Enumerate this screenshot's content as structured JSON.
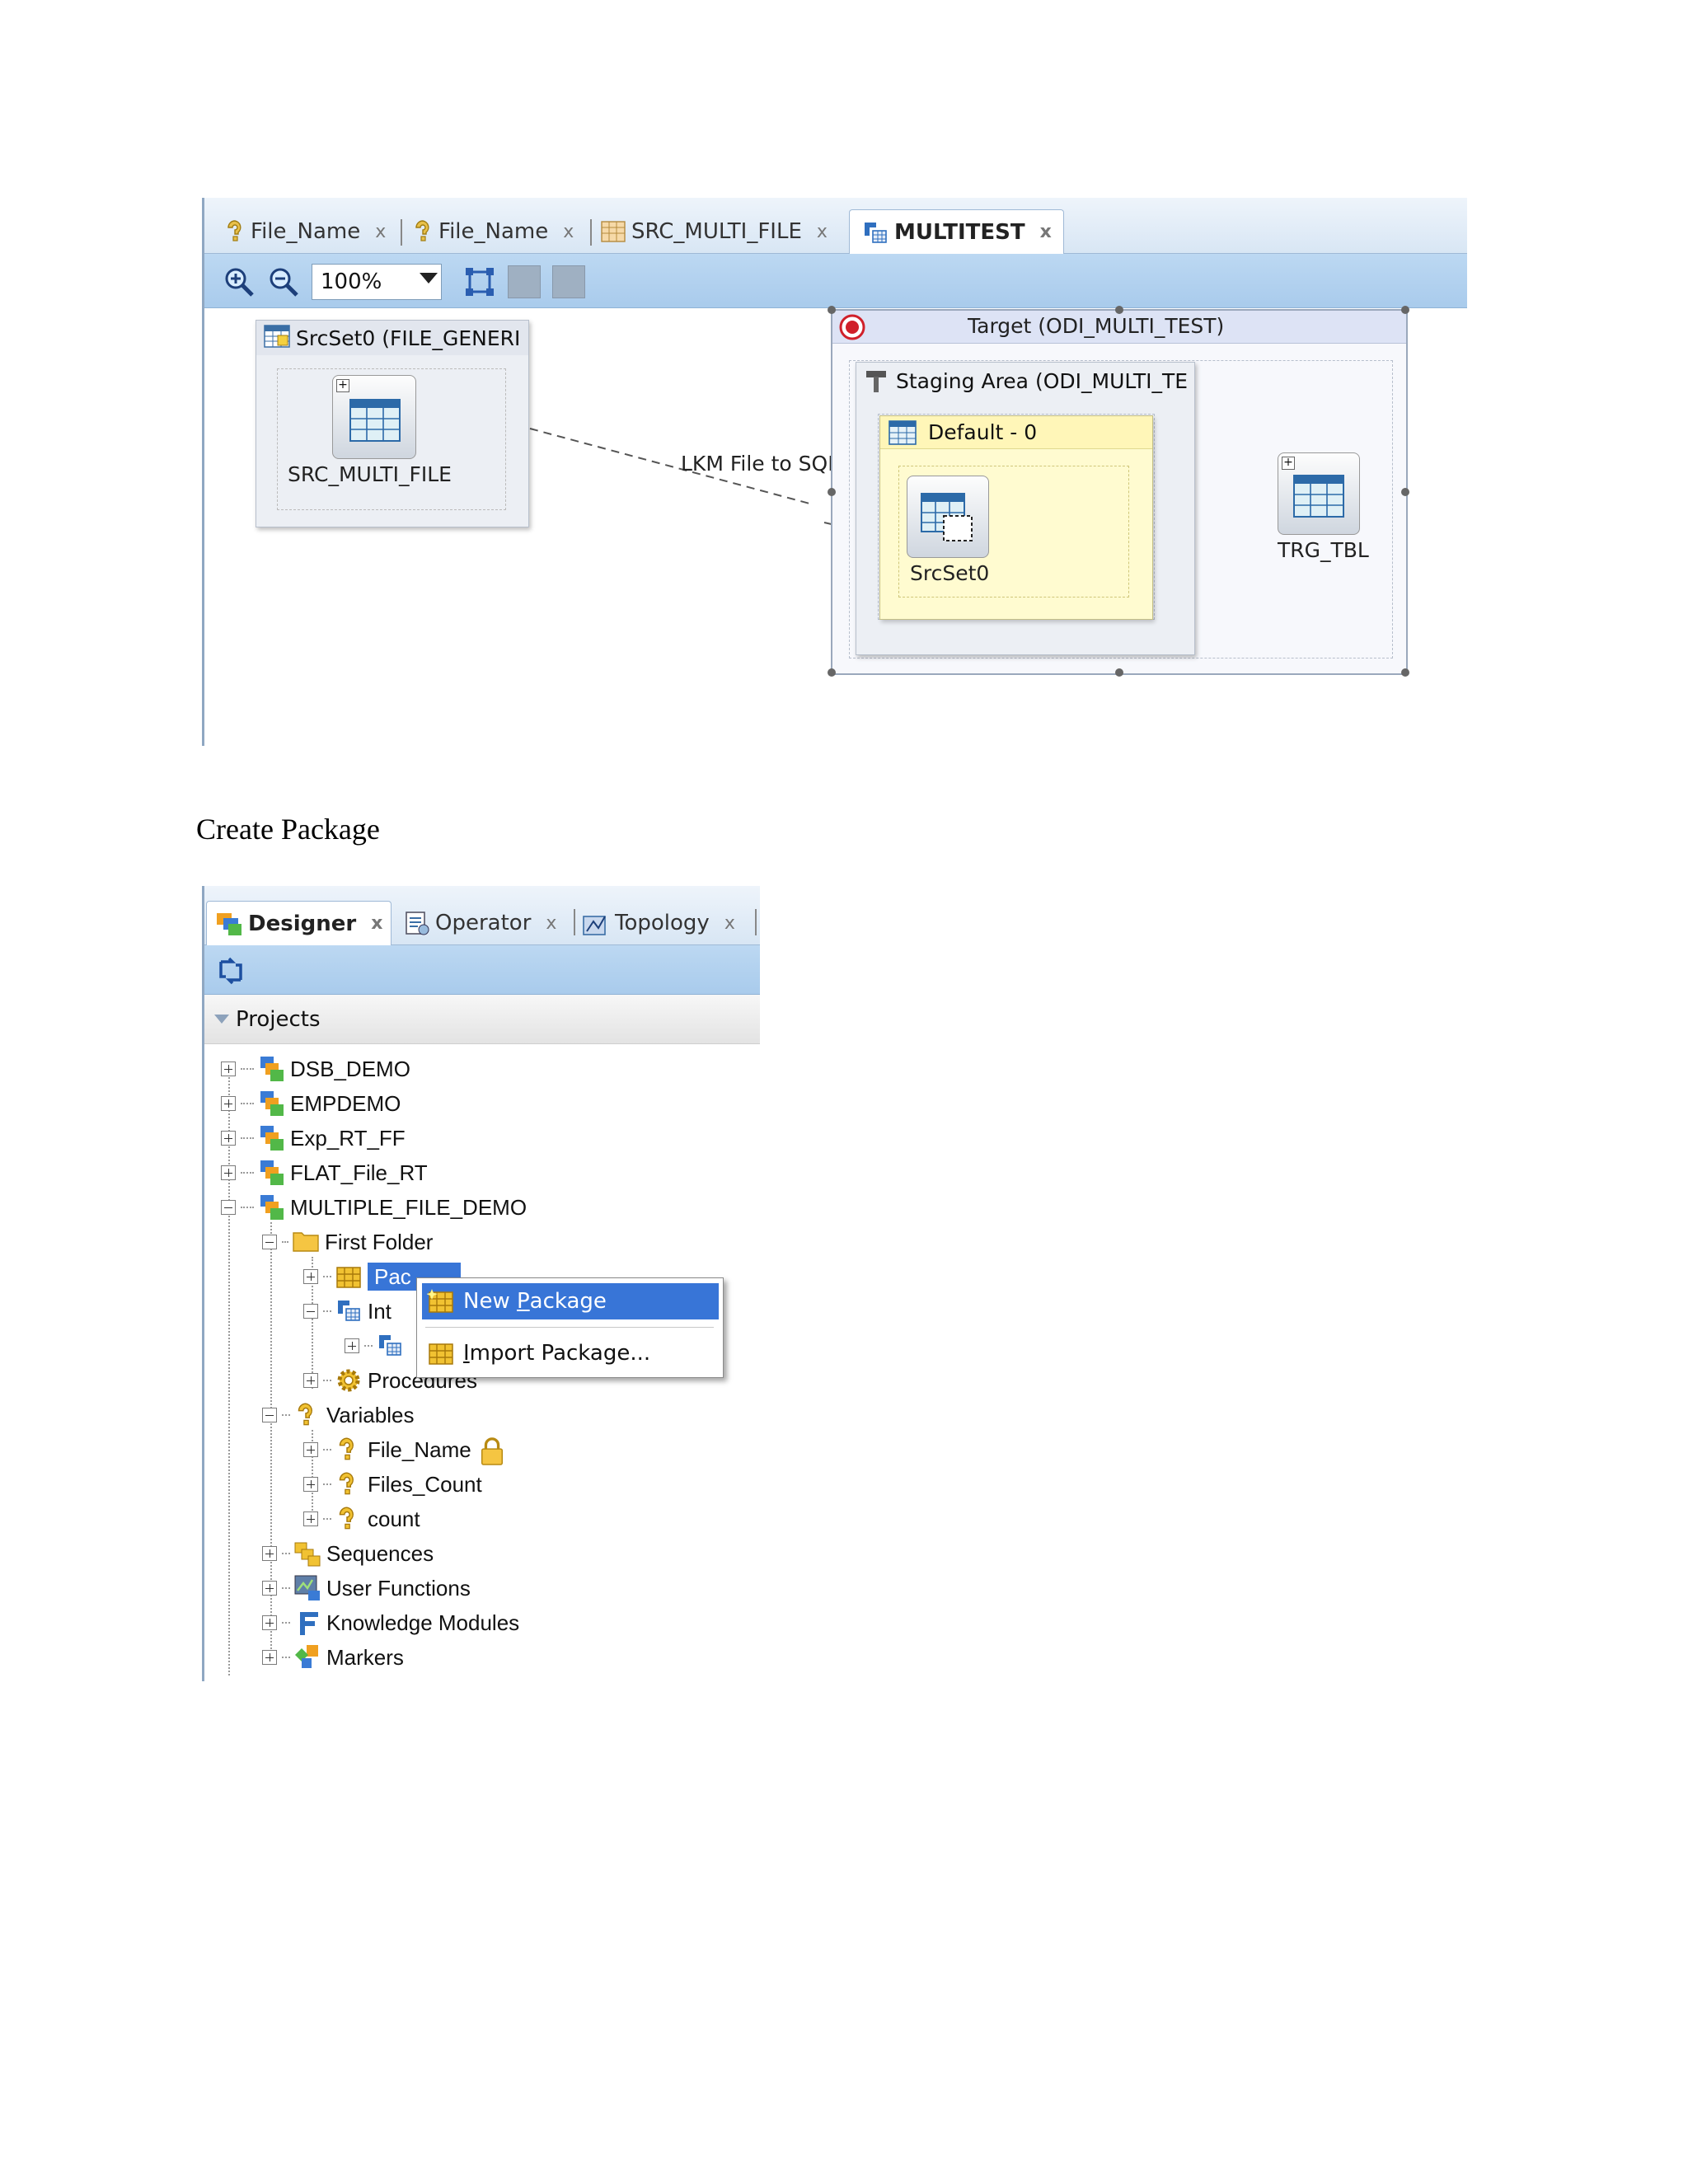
{
  "editor": {
    "tabs": [
      {
        "label": "File_Name",
        "close": "x"
      },
      {
        "label": "File_Name",
        "close": "x"
      },
      {
        "label": "SRC_MULTI_FILE",
        "close": "x"
      },
      {
        "label": "MULTITEST",
        "close": "x"
      }
    ],
    "zoom_value": "100%",
    "source_set": {
      "title": "SrcSet0 (FILE_GENERI",
      "datastore": "SRC_MULTI_FILE"
    },
    "link_label": "LKM File to SQL",
    "target": {
      "title": "Target (ODI_MULTI_TEST)",
      "staging_title": "Staging Area (ODI_MULTI_TE",
      "default_title": "Default - 0",
      "srcset_label": "SrcSet0",
      "target_table": "TRG_TBL"
    }
  },
  "caption": "Create Package",
  "navigator": {
    "tabs": [
      {
        "label": "Designer",
        "close": "x"
      },
      {
        "label": "Operator",
        "close": "x"
      },
      {
        "label": "Topology",
        "close": "x"
      }
    ],
    "section": "Projects",
    "tree": {
      "projects": [
        "DSB_DEMO",
        "EMPDEMO",
        "Exp_RT_FF",
        "FLAT_File_RT",
        "MULTIPLE_FILE_DEMO"
      ],
      "folder": "First Folder",
      "packages_partial": "Pac",
      "interfaces_partial": "Int",
      "procedures": "Procedures",
      "variables": "Variables",
      "variable_items": [
        "File_Name",
        "Files_Count",
        "count"
      ],
      "others": [
        "Sequences",
        "User Functions",
        "Knowledge Modules",
        "Markers"
      ]
    },
    "context_menu": {
      "items": [
        {
          "label_prefix": "New ",
          "mnemonic": "P",
          "label_suffix": "ackage"
        },
        {
          "label_prefix": "",
          "mnemonic": "I",
          "label_suffix": "mport Package..."
        }
      ]
    }
  },
  "colors": {
    "selection": "#3875d7",
    "toolbar": "#b3d1ee",
    "target_header": "#dde3f5",
    "default_group": "#fffbd0"
  }
}
